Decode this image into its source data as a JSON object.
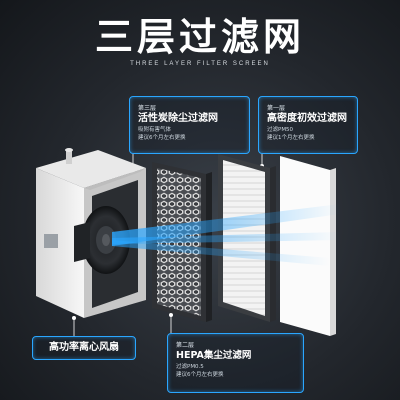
{
  "title": "三层过滤网",
  "subtitle": "THREE LAYER FILTER SCREEN",
  "callouts": {
    "layer3": {
      "layer": "第三层",
      "name": "活性炭除尘过滤网",
      "line1": "吸附有害气体",
      "line2": "建议6个月左右更换"
    },
    "layer1": {
      "layer": "第一层",
      "name": "高密度初效过滤网",
      "line1": "过滤PM50",
      "line2": "建议1个月左右更换"
    },
    "layer2": {
      "layer": "第二层",
      "name": "HEPA集尘过滤网",
      "line1": "过滤PM0.5",
      "line2": "建议6个月左右更换"
    }
  },
  "fan_label": "高功率离心风扇",
  "colors": {
    "accent": "#2aa6ff",
    "background": "#23272d",
    "housing": "#f2f2f2"
  },
  "icons": [
    "housing-image",
    "fan-image",
    "carbon-filter-image",
    "hepa-filter-image",
    "prefilter-image",
    "airflow-arrow"
  ]
}
